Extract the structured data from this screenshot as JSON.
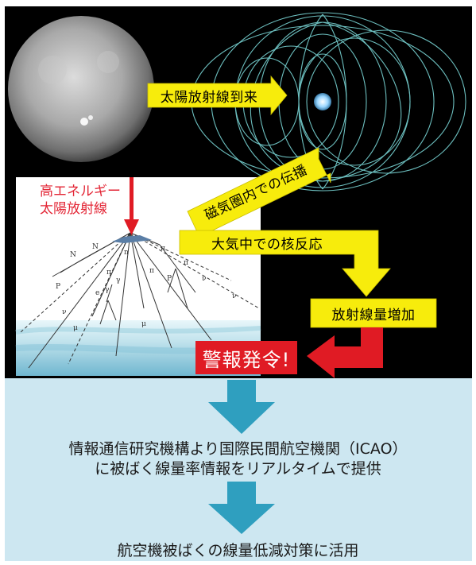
{
  "labels": {
    "solar_radiation_arrival": "太陽放射線到来",
    "magnetosphere_propagation": "磁気圏内での伝播",
    "nuclear_reaction": "大気中での核反応",
    "radiation_increase": "放射線量増加",
    "alert_issued": "警報発令!",
    "high_energy_line1": "高エネルギー",
    "high_energy_line2": "太陽放射線"
  },
  "shower_particles": [
    "N",
    "N",
    "P",
    "P",
    "n",
    "π",
    "π",
    "π",
    "π",
    "μ",
    "μ",
    "ν",
    "ν",
    "ν",
    "γ",
    "γ",
    "e"
  ],
  "info": {
    "line1": "情報通信研究機構より国際民間航空機関（ICAO）",
    "line2": "に被ばく線量率情報をリアルタイムで提供",
    "line3": "航空機被ばくの線量低減対策に活用"
  },
  "colors": {
    "yellow_arrow": "#f7ec0c",
    "red_arrow": "#e01b24",
    "teal_arrow": "#2f9fbf",
    "info_background": "#cde7f1",
    "space_background": "#000000",
    "field_line": "#7fe0e0"
  },
  "icons": {
    "sun": "sun-image",
    "earth": "earth-magnetosphere-image",
    "shower": "air-shower-diagram"
  }
}
